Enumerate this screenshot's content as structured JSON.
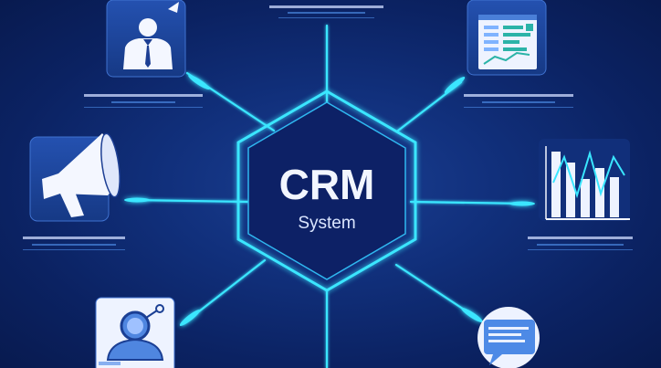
{
  "hub": {
    "title": "CRM",
    "subtitle": "System"
  },
  "colors": {
    "background": "#0b2262",
    "accent": "#38e1ff",
    "tile": "#1d3f94",
    "hex_fill": "#0d2166"
  },
  "nodes": [
    {
      "id": "top-left",
      "icon": "businessman-icon"
    },
    {
      "id": "top-center",
      "icon": "none"
    },
    {
      "id": "top-right",
      "icon": "dashboard-document-icon"
    },
    {
      "id": "mid-left",
      "icon": "megaphone-icon"
    },
    {
      "id": "mid-right",
      "icon": "bar-chart-icon"
    },
    {
      "id": "bottom-left",
      "icon": "customer-profile-icon"
    },
    {
      "id": "bottom-right",
      "icon": "chat-bubble-icon"
    }
  ]
}
